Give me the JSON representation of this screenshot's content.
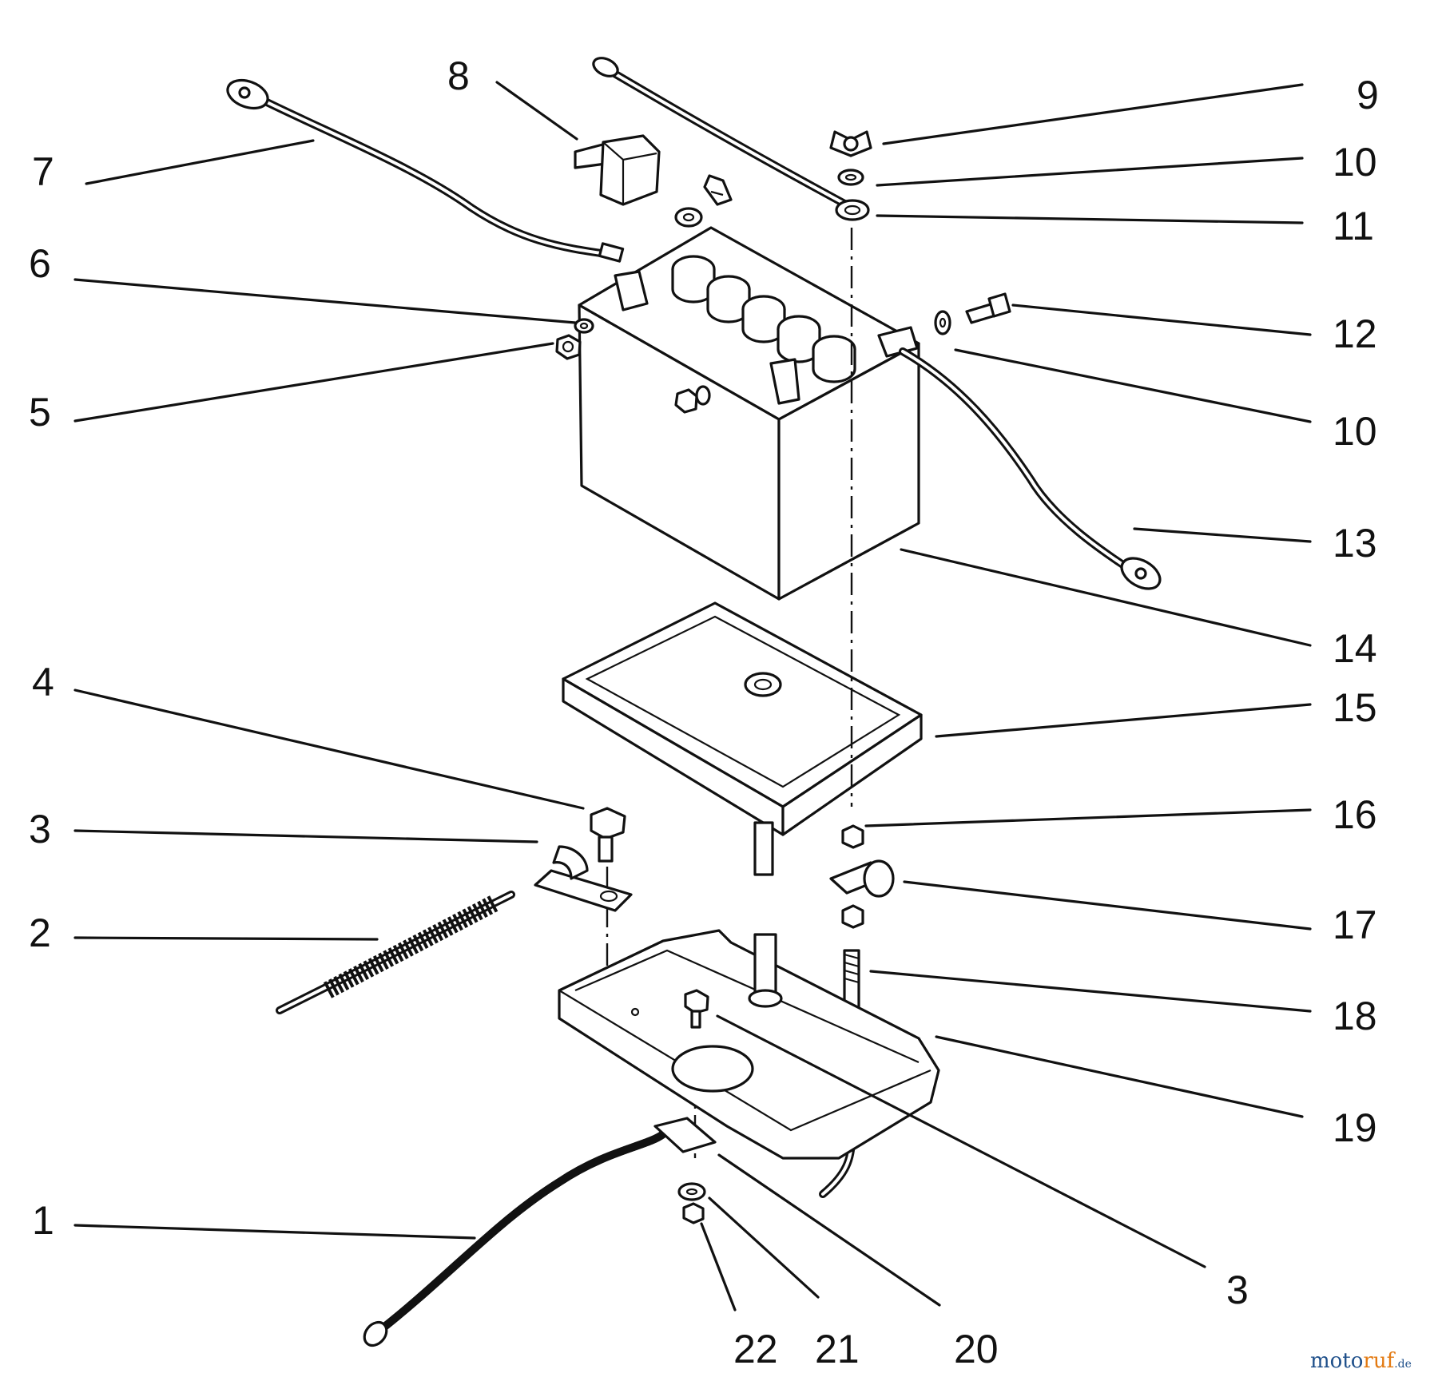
{
  "diagram": {
    "callouts": {
      "c1": "1",
      "c2": "2",
      "c3a": "3",
      "c3b": "3",
      "c4": "4",
      "c5": "5",
      "c6": "6",
      "c7": "7",
      "c8": "8",
      "c9": "9",
      "c10a": "10",
      "c10b": "10",
      "c11": "11",
      "c12": "12",
      "c13": "13",
      "c14": "14",
      "c15": "15",
      "c16": "16",
      "c17": "17",
      "c18": "18",
      "c19": "19",
      "c20": "20",
      "c21": "21",
      "c22": "22"
    }
  },
  "watermark": {
    "part1": "moto",
    "part2": "ruf",
    "part3": ".de"
  }
}
